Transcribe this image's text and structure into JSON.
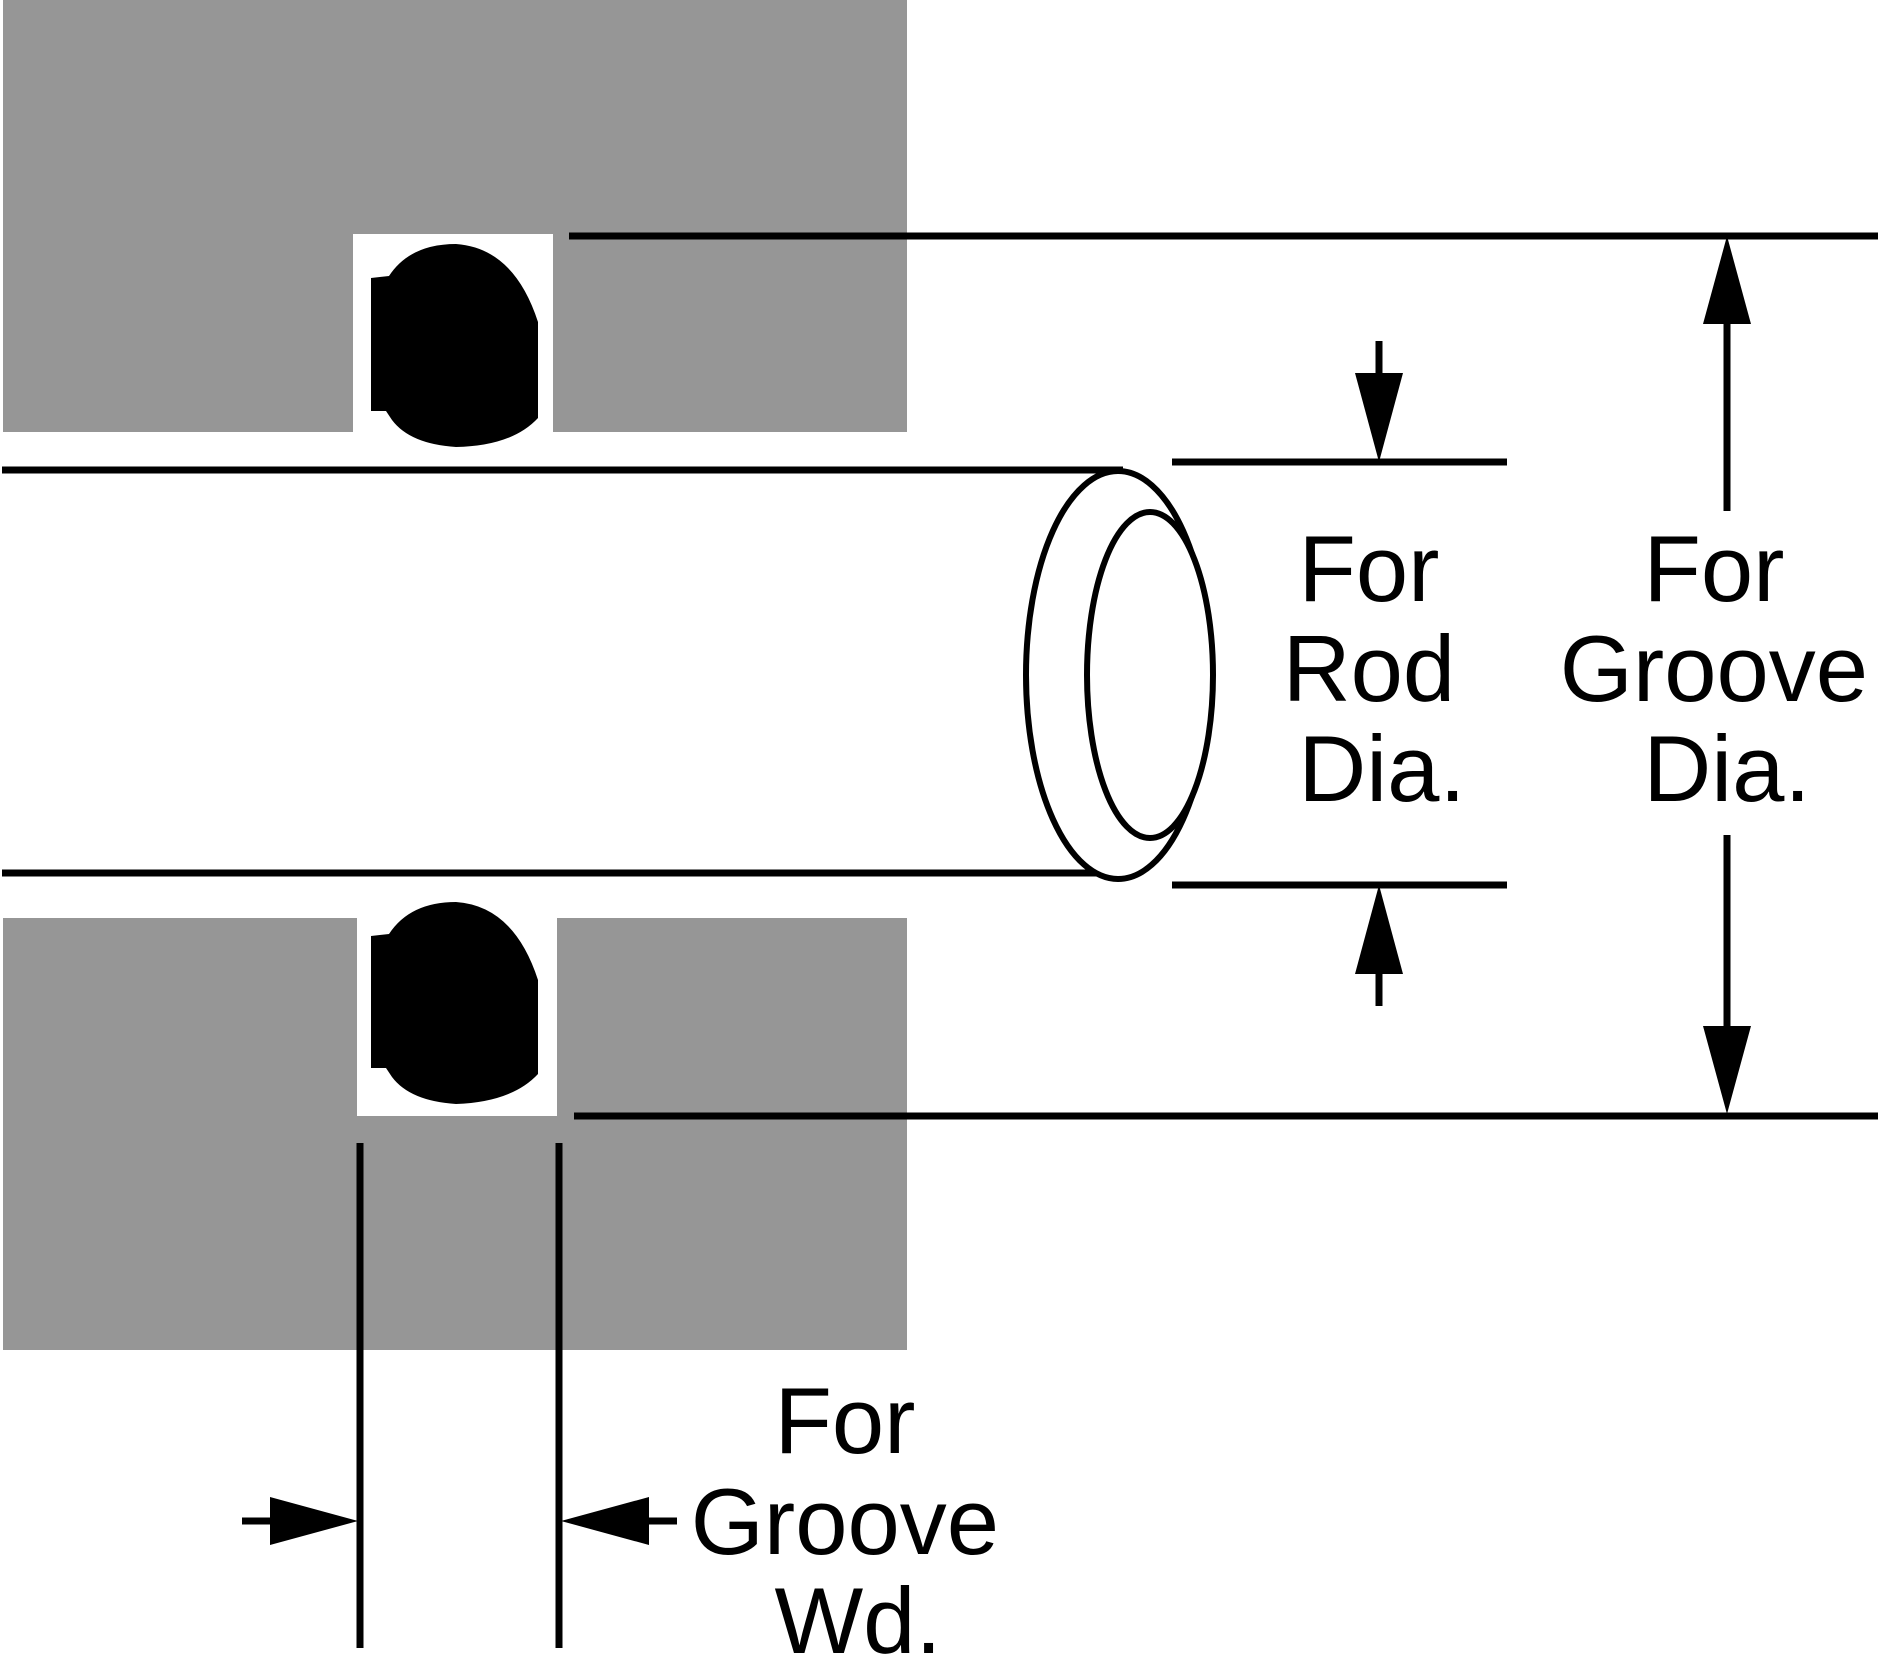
{
  "labels": {
    "rod_dia": [
      "For",
      "Rod",
      "Dia."
    ],
    "groove_dia": [
      "For",
      "Groove",
      "Dia."
    ],
    "groove_wd": [
      "For",
      "Groove",
      "Wd."
    ]
  },
  "colors": {
    "housing": "#969696",
    "seal": "#000000",
    "line": "#000000",
    "background": "#ffffff"
  }
}
